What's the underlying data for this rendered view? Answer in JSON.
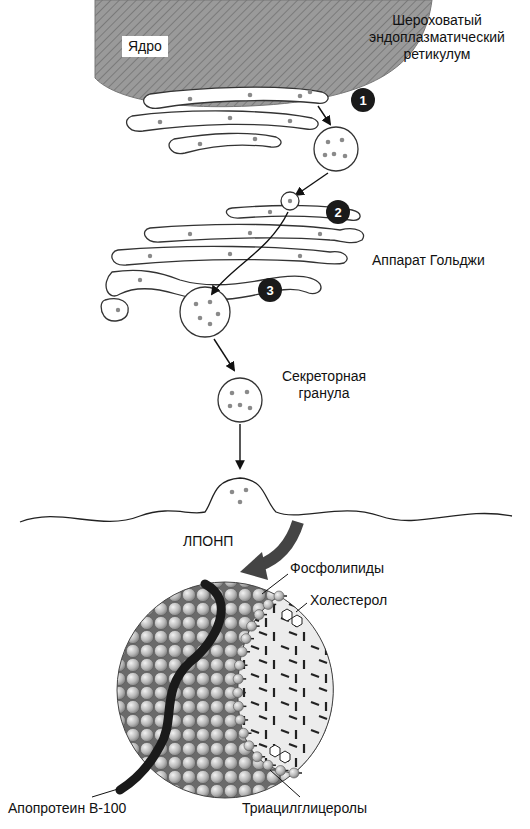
{
  "diagram": {
    "nodes": [
      {
        "text": [
          "Ядро"
        ]
      },
      {
        "text": [
          "1"
        ]
      },
      {
        "text": [
          "2"
        ]
      },
      {
        "text": [
          "3"
        ]
      }
    ],
    "labels": [
      "Шероховатый эндоплазматический ретикулум",
      "Аппарат Гольджи",
      "Секреторная гранула",
      "ЛПОНП",
      "Фосфолипиды",
      "Холестерол",
      "Апопротеин В-100",
      "Триацилглицеролы"
    ]
  }
}
